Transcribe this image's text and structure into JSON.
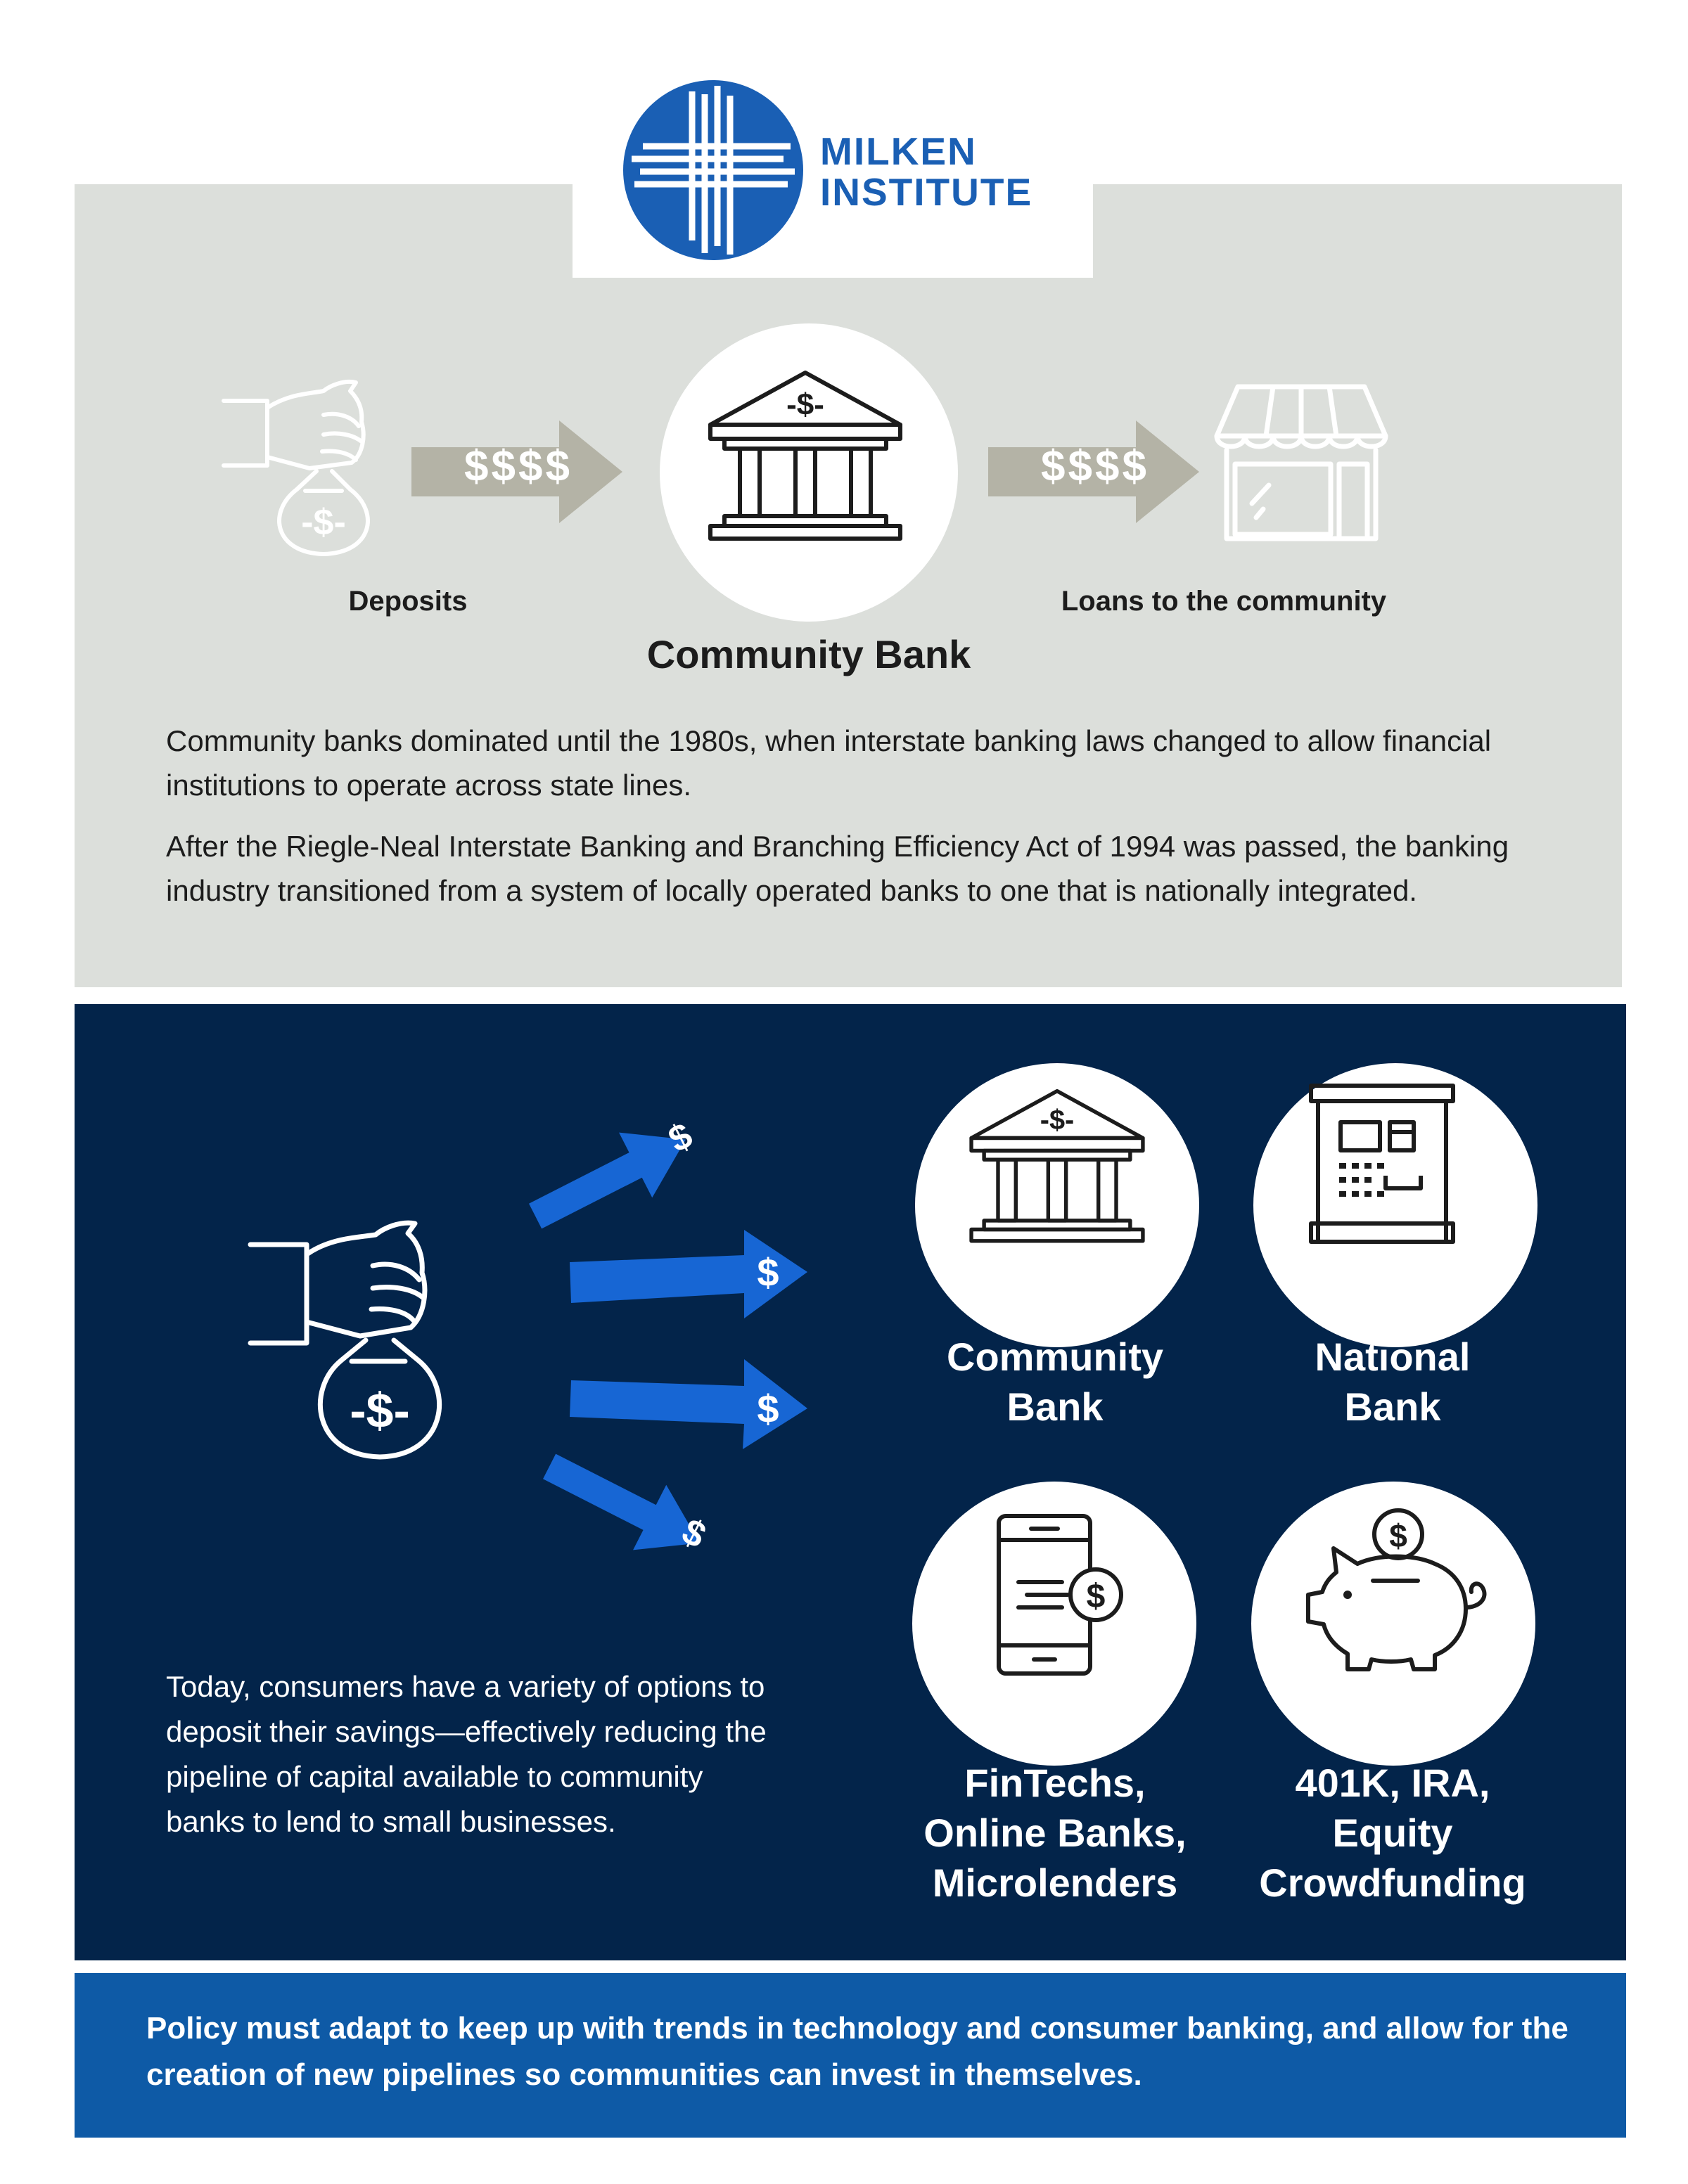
{
  "colors": {
    "top_panel_bg": "#dcdfdb",
    "navy_panel_bg": "#03244a",
    "policy_bg": "#0e5aa6",
    "accent_blue": "#1a5fb4",
    "arrow_grey": "#b4b3a6",
    "arrow_blue": "#1766d4"
  },
  "logo": {
    "line1": "MILKEN",
    "line2": "INSTITUTE",
    "icon": "milken-lattice-logo"
  },
  "flow": {
    "left_icon": "hand-money-bag-icon",
    "left_arrow_text": "$$$$",
    "center_icon": "bank-building-icon",
    "right_arrow_text": "$$$$",
    "right_icon": "storefront-icon",
    "deposits_label": "Deposits",
    "loans_label": "Loans to the community",
    "center_label": "Community Bank"
  },
  "history": {
    "paragraph1": "Community banks dominated until the 1980s, when interstate banking laws changed to allow financial institutions to operate across state lines.",
    "paragraph2": "After the Riegle-Neal Interstate Banking and Branching Efficiency Act of 1994 was passed, the banking industry transitioned from a system of locally operated banks to one that is nationally integrated."
  },
  "options": {
    "source_icon": "hand-money-bag-icon",
    "arrow_symbol": "$",
    "items": [
      {
        "label_line1": "Community",
        "label_line2": "Bank",
        "label_line3": "",
        "icon": "bank-building-icon"
      },
      {
        "label_line1": "National",
        "label_line2": "Bank",
        "label_line3": "",
        "icon": "atm-machine-icon"
      },
      {
        "label_line1": "FinTechs,",
        "label_line2": "Online Banks,",
        "label_line3": "Microlenders",
        "icon": "mobile-payment-icon"
      },
      {
        "label_line1": "401K, IRA,",
        "label_line2": "Equity",
        "label_line3": "Crowdfunding",
        "icon": "piggy-bank-icon"
      }
    ],
    "today_text": "Today, consumers have a variety of options to deposit their savings—effectively reducing the pipeline of capital available to community banks to lend to small businesses."
  },
  "policy": {
    "text": "Policy must adapt to keep up with trends in technology and consumer banking, and allow for the creation of new pipelines so communities can invest in themselves."
  }
}
